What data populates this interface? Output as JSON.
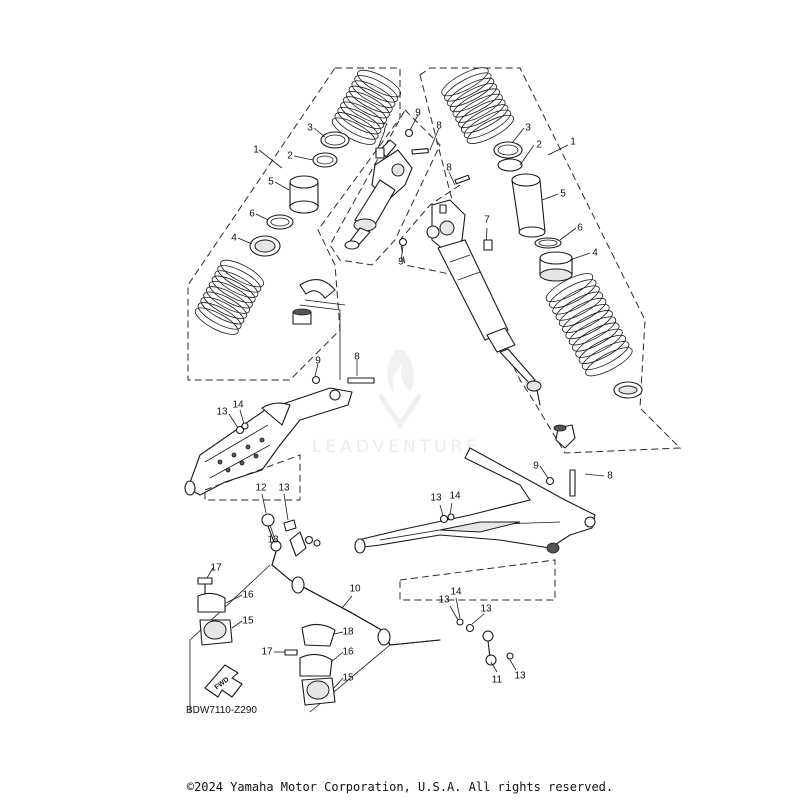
{
  "diagram": {
    "figure_code": "BDW7110-Z290",
    "fwd_label": "FWD",
    "watermark": "LEADVENTURE",
    "copyright": "©2024 Yamaha Motor Corporation, U.S.A. All rights reserved.",
    "callouts": {
      "left_group": [
        "1",
        "2",
        "3",
        "4",
        "5",
        "6",
        "7",
        "8",
        "9"
      ],
      "right_group": [
        "1",
        "2",
        "3",
        "4",
        "5",
        "6",
        "7",
        "8",
        "9"
      ],
      "lower_left_arm": [
        "9",
        "8",
        "13",
        "14"
      ],
      "right_arm": [
        "9",
        "8",
        "13",
        "14"
      ],
      "stabilizer": [
        "10",
        "11",
        "12",
        "13",
        "13",
        "13",
        "14",
        "15",
        "15",
        "16",
        "16",
        "17",
        "17",
        "18"
      ]
    }
  }
}
